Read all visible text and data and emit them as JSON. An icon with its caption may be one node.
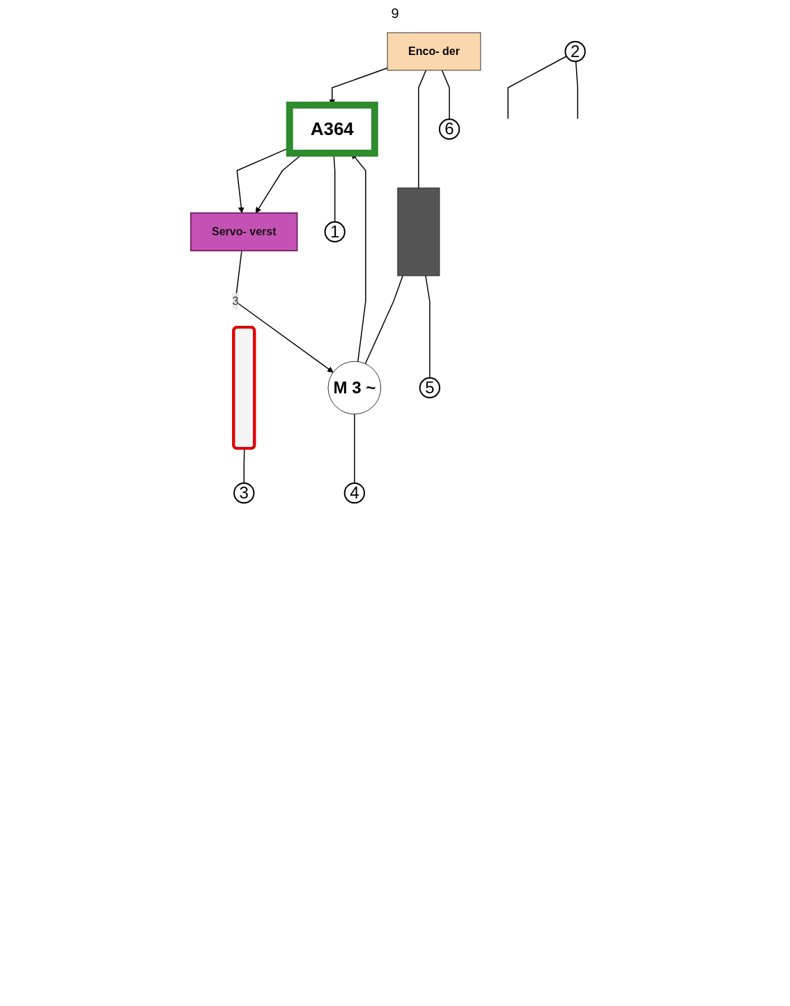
{
  "diagram": {
    "nodes": [
      {
        "text": [
          "A364"
        ]
      },
      {
        "text": [
          "1"
        ]
      },
      {
        "text": [
          "2"
        ]
      },
      {
        "text": [
          "Servo- verst"
        ]
      },
      {
        "text": [],
        "shape": "box"
      },
      {
        "text": [
          "3"
        ]
      },
      {
        "text": [
          "M 3 ~"
        ]
      },
      {
        "text": [
          "4"
        ]
      },
      {
        "text": [],
        "shape": "bar"
      },
      {
        "text": [
          "5"
        ]
      },
      {
        "text": [
          "Enco- der"
        ]
      },
      {
        "text": [
          "6"
        ]
      }
    ],
    "edges": [
      {
        "from": 0,
        "to": 3,
        "arrow": "to"
      },
      {
        "from": 0,
        "to": 3,
        "arrow": "to"
      },
      {
        "from": 3,
        "to": 6,
        "arrow": "to",
        "label": "3"
      },
      {
        "from": 6,
        "to": 0,
        "arrow": "to"
      },
      {
        "from": 10,
        "to": 0,
        "arrow": "to"
      },
      {
        "from": 6,
        "to": 8,
        "arrow": "none"
      },
      {
        "from": 8,
        "to": 10,
        "arrow": "none"
      },
      {
        "from": 1,
        "to": 0,
        "arrow": "none"
      },
      {
        "from": 2,
        "to": null,
        "arrow": "none"
      },
      {
        "from": 2,
        "to": null,
        "arrow": "none"
      },
      {
        "from": 5,
        "to": 4,
        "arrow": "none"
      },
      {
        "from": 7,
        "to": 6,
        "arrow": "none"
      },
      {
        "from": 9,
        "to": 8,
        "arrow": "none"
      },
      {
        "from": 11,
        "to": 10,
        "arrow": "none"
      }
    ],
    "labels": [
      "9"
    ]
  }
}
